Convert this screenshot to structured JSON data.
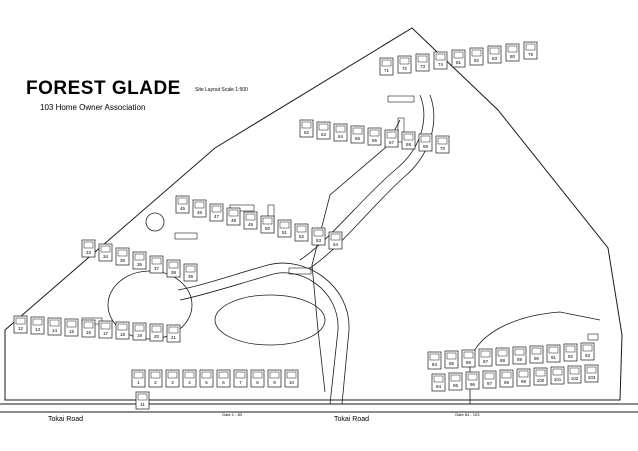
{
  "title": "FOREST GLADE",
  "subtitle": "Site Layout  Scale 1:500",
  "association": "103 Home Owner Association",
  "roads": [
    "Tokai Road",
    "Tokai Road"
  ],
  "gates": [
    "Gate 1 - 83",
    "Gate 84 - 103"
  ],
  "unit_labels": {
    "top_cluster": [
      "71",
      "72",
      "73",
      "74",
      "81",
      "82",
      "83",
      "80",
      "79"
    ],
    "upper_mid": [
      "62",
      "63",
      "64",
      "65",
      "66",
      "67",
      "68",
      "69",
      "70"
    ],
    "west": [
      "33",
      "34",
      "35",
      "36",
      "37",
      "38",
      "39"
    ],
    "central": [
      "45",
      "46",
      "47",
      "48",
      "49",
      "50",
      "51",
      "52",
      "53",
      "54"
    ],
    "southwest": [
      "12",
      "13",
      "14",
      "15",
      "16",
      "17",
      "18",
      "19",
      "20",
      "21"
    ],
    "south": [
      "1",
      "2",
      "3",
      "4",
      "5",
      "6",
      "7",
      "8",
      "9",
      "10",
      "11"
    ],
    "east": [
      "84",
      "85",
      "86",
      "87",
      "88",
      "89",
      "90",
      "91",
      "92",
      "93",
      "94",
      "95",
      "96",
      "97",
      "98",
      "99",
      "100",
      "101",
      "102",
      "103"
    ]
  },
  "colors": {
    "ink": "#1a1a1a",
    "paper": "#ffffff"
  }
}
